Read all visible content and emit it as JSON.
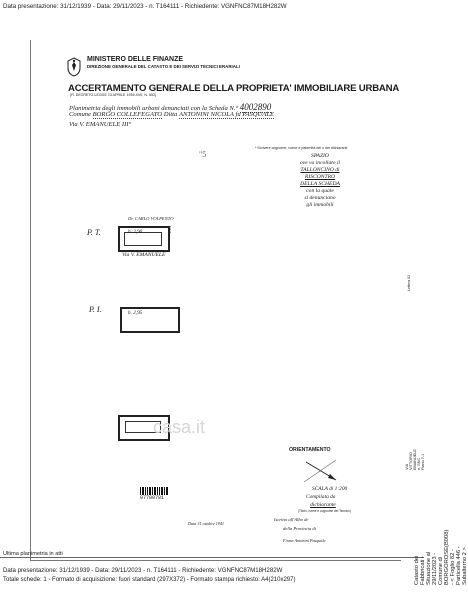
{
  "top_line": "Data presentazione: 31/12/1939 - Data: 29/11/2023 - n. T164111 - Richiedente: VGNFNC87M18H282W",
  "header": {
    "ministry": "MINISTERO DELLE FINANZE",
    "direzione": "DIREZIONE GENERALE DEL CATASTO E DEI SERVIZI TECNICI ERARIALI",
    "title": "ACCERTAMENTO GENERALE DELLA PROPRIETA' IMMOBILIARE URBANA",
    "decree": "(R. DECRETO-LEGGE 13 APRILE 1939-XVII, N. 652)"
  },
  "form": {
    "planimetria_label": "Planimetria degli immobili urbani denunciati con la Scheda N.°",
    "scheda_number": "4002890",
    "comune_label": "Comune",
    "comune_value": "BORGO COLLEFEGATO",
    "ditta_label": "Ditta",
    "ditta_value": "ANTONINI NICOLA fu PASQUALE",
    "via_value": "Via V. EMANUELE III°",
    "note": "* Scrivere cognome, nome e paternità del o dei dichiaranti"
  },
  "stamp": {
    "line1": "SPAZIO",
    "line2": "ove va incollato il",
    "line3": "TALLONCINO di RISCONTRO",
    "line4": "DELLA SCHEDA",
    "line5": "con la quale",
    "line6": "si denunciano",
    "line7": "gli immobili"
  },
  "drawing": {
    "pt_label": "P. T.",
    "p1_label": "P. I.",
    "room1_label": "h. 2,90",
    "room2_label": "h. 2,95",
    "street_top": "Dr. CARLO VOLPENTO",
    "street_side": "VIA ...",
    "street_bottom": "Via V. EMANUELE",
    "tick_mark": "\"5"
  },
  "orientation": {
    "label": "ORIENTAMENTO",
    "scala": "SCALA di 1:200"
  },
  "compiled": {
    "line1": "Compilata da",
    "line2": "dichiarante",
    "line3": "(Titolo, nome e cognome del Tecnico)",
    "iscritto": "Iscritto all'Albo de",
    "provincia": "della Provincia di",
    "firma": "Firma Antonini Pasquale",
    "data_line": "Data 31 ottobre 1941"
  },
  "barcode": {
    "number": "07780781"
  },
  "watermark": "casa.it",
  "bottom": {
    "line1": "Ultima planimetria in atti",
    "line2": "Data presentazione: 31/12/1939 - Data: 29/11/2023 - n. T164111 - Richiedente: VGNFNC87M18H282W",
    "line3": "Totale schede: 1 - Formato di acquisizione: fuori standard (297X372) - Formato stampa richiesto: A4(210x297)"
  },
  "vertical": {
    "main": "Catasto dei Fabbricati - Situazione al 29/11/2023 - Comune di BORGOROSE(B008) - < Foglio 82 - Particella 446 - Subalterno 2 >",
    "sub": "VIA VITTORIO EMANUELE n. SNC Piano T-1",
    "side": "Lettera 02"
  }
}
